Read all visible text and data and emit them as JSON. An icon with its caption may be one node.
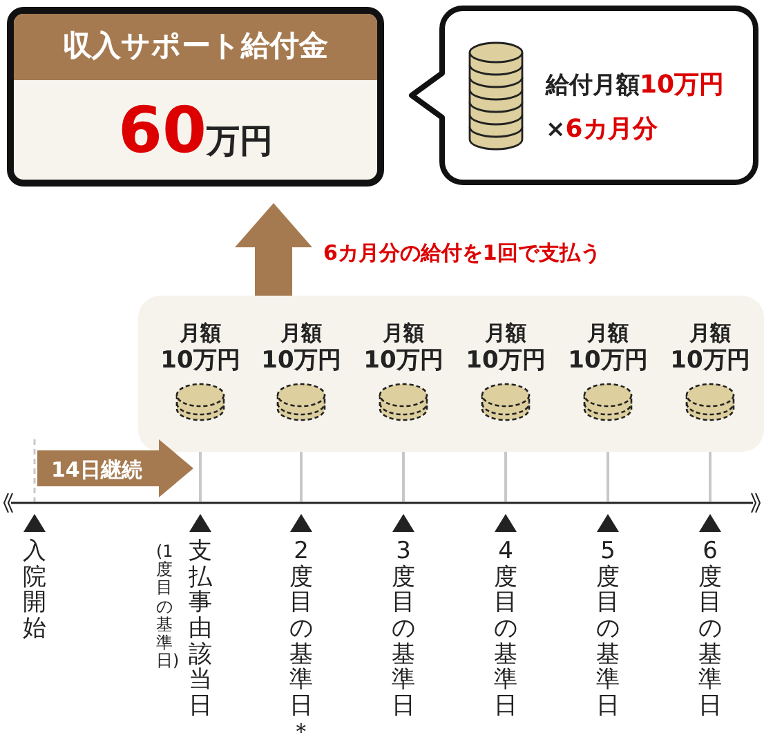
{
  "diagram": {
    "nodes": [
      {
        "text": [
          "収入サポート給付金",
          "**60**万円"
        ]
      },
      {
        "text": [
          "給付月額**10万円**",
          "×**6カ月分**"
        ]
      },
      {
        "text": [],
        "shape": "box"
      },
      {
        "text": [
          "月額",
          "10万円"
        ],
        "in": 2
      },
      {
        "text": [
          "月額",
          "10万円"
        ],
        "in": 2
      },
      {
        "text": [
          "月額",
          "10万円"
        ],
        "in": 2
      },
      {
        "text": [
          "月額",
          "10万円"
        ],
        "in": 2
      },
      {
        "text": [
          "月額",
          "10万円"
        ],
        "in": 2
      },
      {
        "text": [
          "月額",
          "10万円"
        ],
        "in": 2
      },
      {
        "text": [
          "14日継続"
        ]
      }
    ],
    "edges": [
      {
        "from": 2,
        "to": 0,
        "arrow": "to",
        "label": "6カ月分の給付を1回で支払う",
        "color": "#a67a50"
      }
    ],
    "labels": [
      "入院開始",
      "(1度目の基準日)",
      "支払事由該当日",
      "2度目の基準日＊",
      "3度目の基準日",
      "4度目の基準日",
      "5度目の基準日",
      "6度目の基準日"
    ]
  }
}
